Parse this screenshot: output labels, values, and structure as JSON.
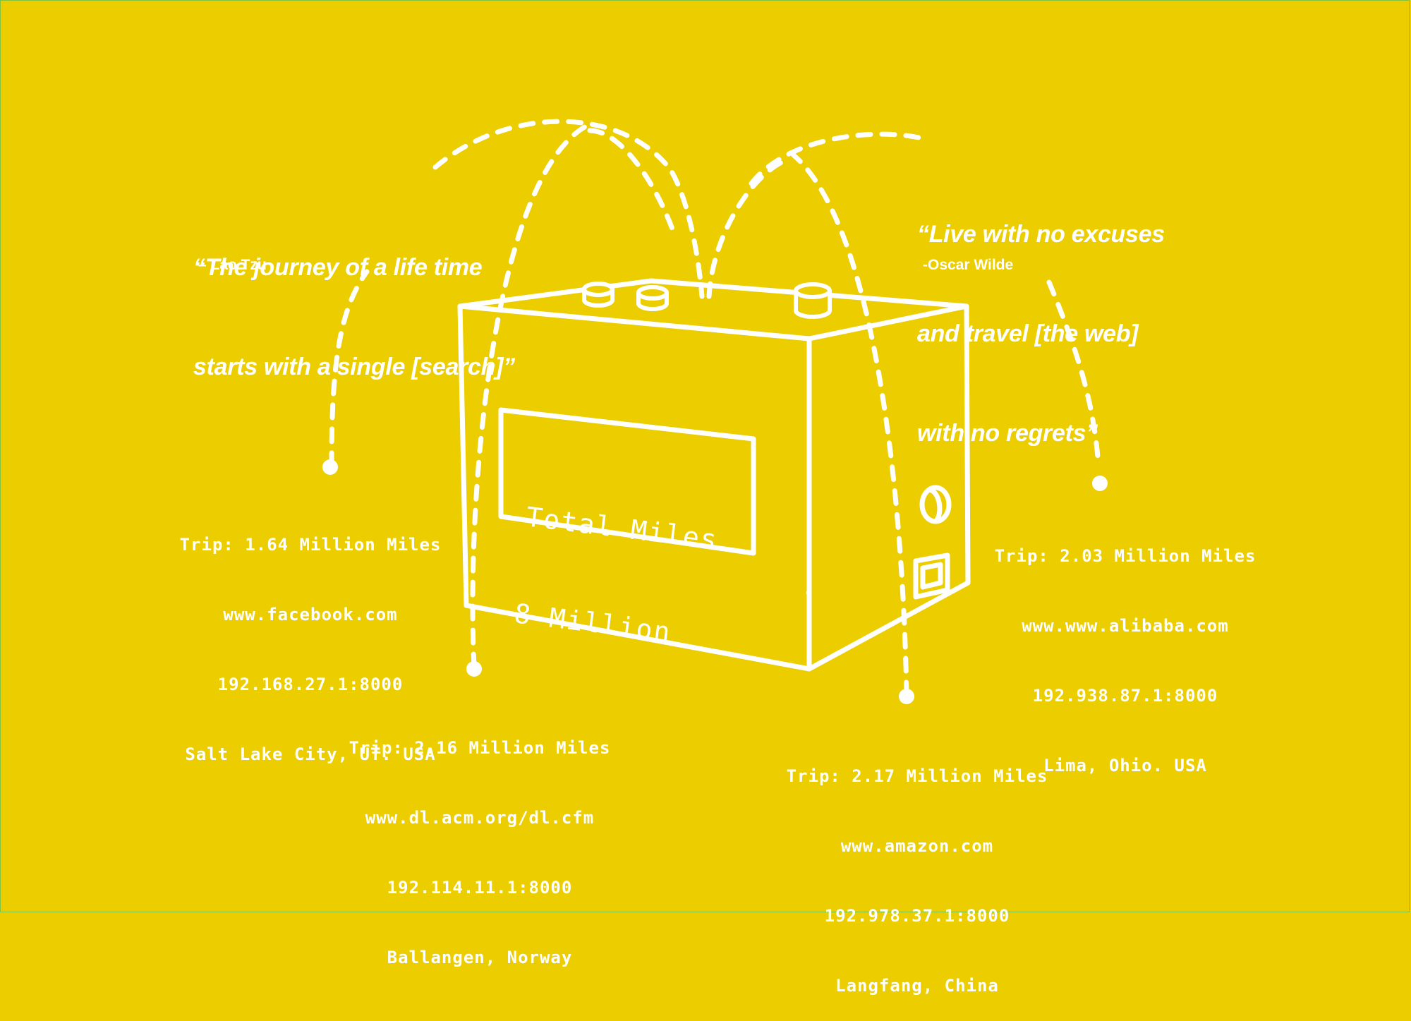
{
  "colors": {
    "background": "#EBCD00",
    "ink": "#FFFFFF",
    "frame": "#7DC242"
  },
  "box": {
    "total_label": "Total Miles",
    "total_value": "8 Million"
  },
  "quotes": [
    {
      "line1": "“The journey of a life time",
      "line2": "starts with a single [search]”",
      "author": "– Lao Tzu"
    },
    {
      "line1": "“Live with no excuses",
      "line2": "and travel [the web]",
      "line3": "with no regrets”",
      "author": "-Oscar Wilde"
    }
  ],
  "trips": [
    {
      "miles": "Trip: 1.64 Million Miles",
      "site": "www.facebook.com",
      "ip": "192.168.27.1:8000",
      "location": "Salt Lake City, UT. USA"
    },
    {
      "miles": "Trip: 2.16 Million Miles",
      "site": "www.dl.acm.org/dl.cfm",
      "ip": "192.114.11.1:8000",
      "location": "Ballangen, Norway"
    },
    {
      "miles": "Trip: 2.17 Million Miles",
      "site": "www.amazon.com",
      "ip": "192.978.37.1:8000",
      "location": "Langfang, China"
    },
    {
      "miles": "Trip: 2.03 Million Miles",
      "site": "www.www.alibaba.com",
      "ip": "192.938.87.1:8000",
      "location": "Lima, Ohio. USA"
    }
  ]
}
